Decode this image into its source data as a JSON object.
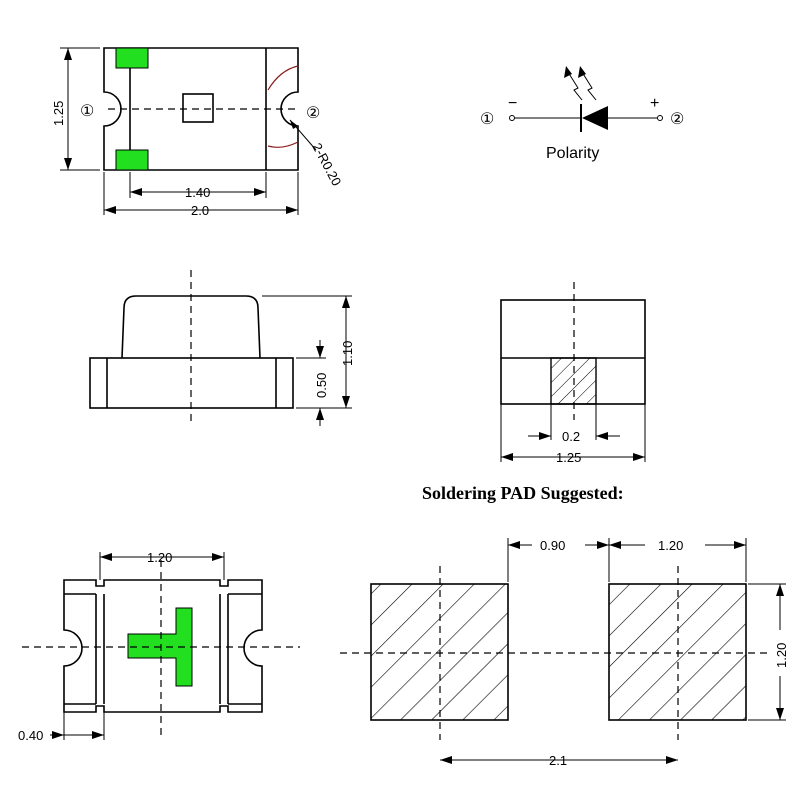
{
  "colors": {
    "led_green": "#22e01f",
    "line": "#000000",
    "pin_mark": "#8b1a1a"
  },
  "top_view": {
    "dim_height": "1.25",
    "dim_inner_width": "1.40",
    "dim_total_width": "2.0",
    "dim_radius": "2-R0.20",
    "pin1_label": "①",
    "pin2_label": "②"
  },
  "polarity": {
    "pin1_label": "①",
    "pin2_label": "②",
    "minus": "−",
    "plus": "+",
    "caption": "Polarity",
    "icon": "led-diode-symbol-icon"
  },
  "side_view": {
    "dim_total_height": "1.10",
    "dim_base_height": "0.50"
  },
  "end_view": {
    "dim_slot": "0.2",
    "dim_width": "1.25"
  },
  "bottom_view": {
    "dim_width": "1.20",
    "dim_pad": "0.40"
  },
  "pad_layout": {
    "title": "Soldering PAD Suggested:",
    "dim_gap": "0.90",
    "dim_pad_width": "1.20",
    "dim_pad_height": "1.20",
    "dim_pitch": "2.1"
  }
}
